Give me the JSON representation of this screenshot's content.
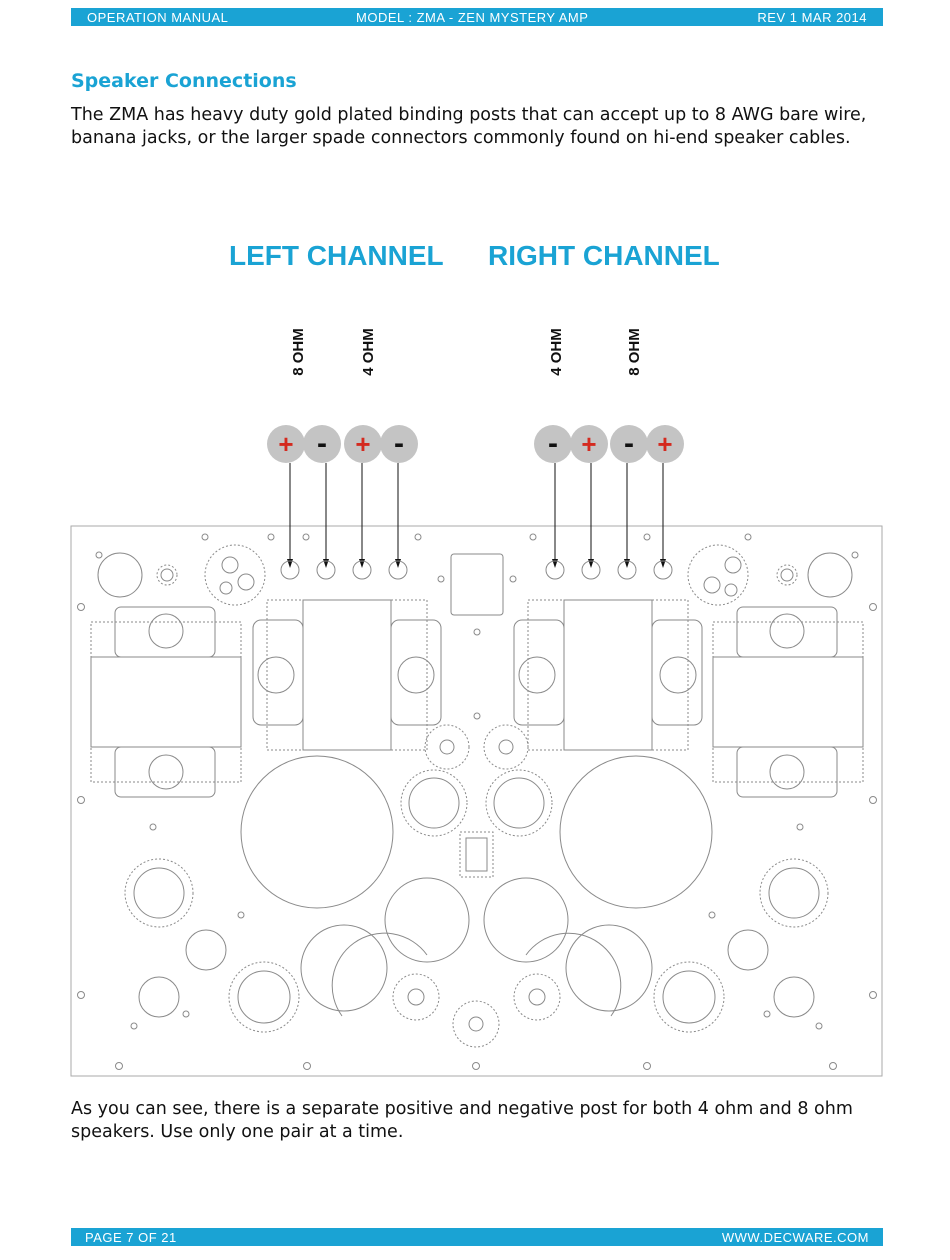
{
  "header": {
    "left": "OPERATION MANUAL",
    "center": "MODEL :  ZMA  -  ZEN MYSTERY AMP",
    "right": "REV 1  MAR 2014"
  },
  "section": {
    "title": "Speaker Connections",
    "intro": "The ZMA has heavy duty gold plated binding posts that can accept up to 8 AWG bare wire, banana jacks, or the larger spade connectors commonly found on hi-end speaker cables.",
    "outro": "As you can see, there is a separate positive and negative post for both 4 ohm and 8 ohm speakers.  Use only one pair at a time."
  },
  "diagram": {
    "left_channel": "LEFT CHANNEL",
    "right_channel": "RIGHT CHANNEL",
    "left_labels": [
      "8 OHM",
      "4 OHM"
    ],
    "right_labels": [
      "4 OHM",
      "8 OHM"
    ],
    "left_posts": [
      "+",
      "-",
      "+",
      "-"
    ],
    "right_posts": [
      "-",
      "+",
      "-",
      "+"
    ],
    "colors": {
      "accent": "#1aa3d4",
      "positive": "#d42a1f",
      "post_fill": "#c4c4c4"
    }
  },
  "footer": {
    "page": "PAGE 7 OF 21",
    "site": "WWW.DECWARE.COM"
  }
}
